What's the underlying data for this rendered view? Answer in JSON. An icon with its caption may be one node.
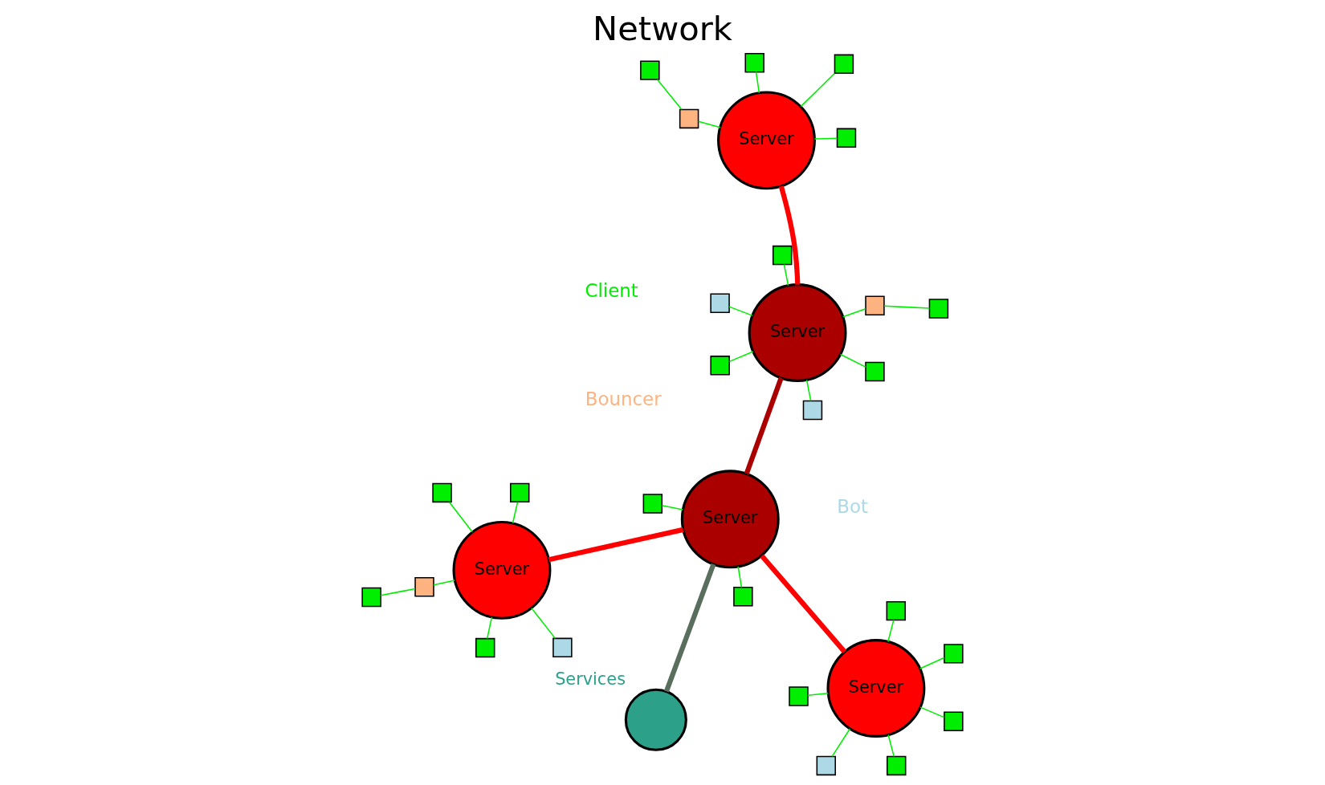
{
  "diagram": {
    "title": "Network",
    "nodes": [
      {
        "text": [],
        "shape": "circle",
        "beside": [
          "Services"
        ]
      },
      {
        "text": [
          "Server"
        ]
      },
      {
        "text": [
          "Server"
        ]
      },
      {
        "text": [
          "Server"
        ]
      },
      {
        "text": [
          "Server"
        ]
      },
      {
        "text": [
          "Server"
        ]
      },
      {
        "text": [],
        "shape": "box"
      },
      {
        "text": [],
        "shape": "box"
      },
      {
        "text": [],
        "shape": "box"
      },
      {
        "text": [],
        "shape": "box"
      },
      {
        "text": [],
        "shape": "box"
      },
      {
        "text": [],
        "shape": "box"
      },
      {
        "text": [],
        "shape": "box"
      },
      {
        "text": [],
        "shape": "box"
      },
      {
        "text": [],
        "shape": "box"
      },
      {
        "text": [],
        "shape": "box"
      },
      {
        "text": [],
        "shape": "box"
      },
      {
        "text": [],
        "shape": "box"
      },
      {
        "text": [],
        "shape": "box"
      },
      {
        "text": [],
        "shape": "box"
      },
      {
        "text": [],
        "shape": "box"
      },
      {
        "text": [],
        "shape": "box"
      },
      {
        "text": [],
        "shape": "box"
      },
      {
        "text": [],
        "shape": "box"
      },
      {
        "text": [],
        "shape": "box"
      },
      {
        "text": [],
        "shape": "box"
      },
      {
        "text": [],
        "shape": "box"
      },
      {
        "text": [],
        "shape": "box"
      },
      {
        "text": [],
        "shape": "box"
      },
      {
        "text": [],
        "shape": "box"
      },
      {
        "text": [],
        "shape": "box"
      },
      {
        "text": [],
        "shape": "box"
      }
    ],
    "edges": [
      {
        "from": 0,
        "to": 1,
        "arrow": "none",
        "style": "thick",
        "color": "#5a6e5e"
      },
      {
        "from": 1,
        "to": 2,
        "arrow": "none",
        "style": "thick",
        "color": "#ff0000"
      },
      {
        "from": 1,
        "to": 3,
        "arrow": "none",
        "style": "thick",
        "color": "#ff0000"
      },
      {
        "from": 1,
        "to": 4,
        "arrow": "none",
        "style": "thick",
        "color": "#aa0000"
      },
      {
        "from": 4,
        "to": 5,
        "arrow": "none",
        "style": "thick",
        "color": "#ff0000"
      },
      {
        "from": 1,
        "to": 6,
        "arrow": "none"
      },
      {
        "from": 1,
        "to": 7,
        "arrow": "none"
      },
      {
        "from": 2,
        "to": 8,
        "arrow": "none"
      },
      {
        "from": 2,
        "to": 9,
        "arrow": "none"
      },
      {
        "from": 2,
        "to": 10,
        "arrow": "none"
      },
      {
        "from": 2,
        "to": 11,
        "arrow": "none"
      },
      {
        "from": 2,
        "to": 12,
        "arrow": "none"
      },
      {
        "from": 2,
        "to": 13,
        "arrow": "none"
      },
      {
        "from": 3,
        "to": 14,
        "arrow": "none"
      },
      {
        "from": 3,
        "to": 15,
        "arrow": "none"
      },
      {
        "from": 3,
        "to": 16,
        "arrow": "none"
      },
      {
        "from": 3,
        "to": 17,
        "arrow": "none"
      },
      {
        "from": 3,
        "to": 18,
        "arrow": "none"
      },
      {
        "from": 18,
        "to": 19,
        "arrow": "none"
      },
      {
        "from": 4,
        "to": 20,
        "arrow": "none"
      },
      {
        "from": 4,
        "to": 21,
        "arrow": "none"
      },
      {
        "from": 21,
        "to": 22,
        "arrow": "none"
      },
      {
        "from": 4,
        "to": 23,
        "arrow": "none"
      },
      {
        "from": 4,
        "to": 24,
        "arrow": "none"
      },
      {
        "from": 4,
        "to": 25,
        "arrow": "none"
      },
      {
        "from": 4,
        "to": 26,
        "arrow": "none"
      },
      {
        "from": 5,
        "to": 27,
        "arrow": "none"
      },
      {
        "from": 5,
        "to": 28,
        "arrow": "none"
      },
      {
        "from": 28,
        "to": 29,
        "arrow": "none"
      },
      {
        "from": 5,
        "to": 30,
        "arrow": "none"
      },
      {
        "from": 5,
        "to": 31,
        "arrow": "none"
      }
    ],
    "legend": [
      {
        "text": "Client",
        "color": "#00ee00"
      },
      {
        "text": "Bot",
        "color": "#add8e6"
      },
      {
        "text": "Bouncer",
        "color": "#ffb380"
      }
    ]
  }
}
